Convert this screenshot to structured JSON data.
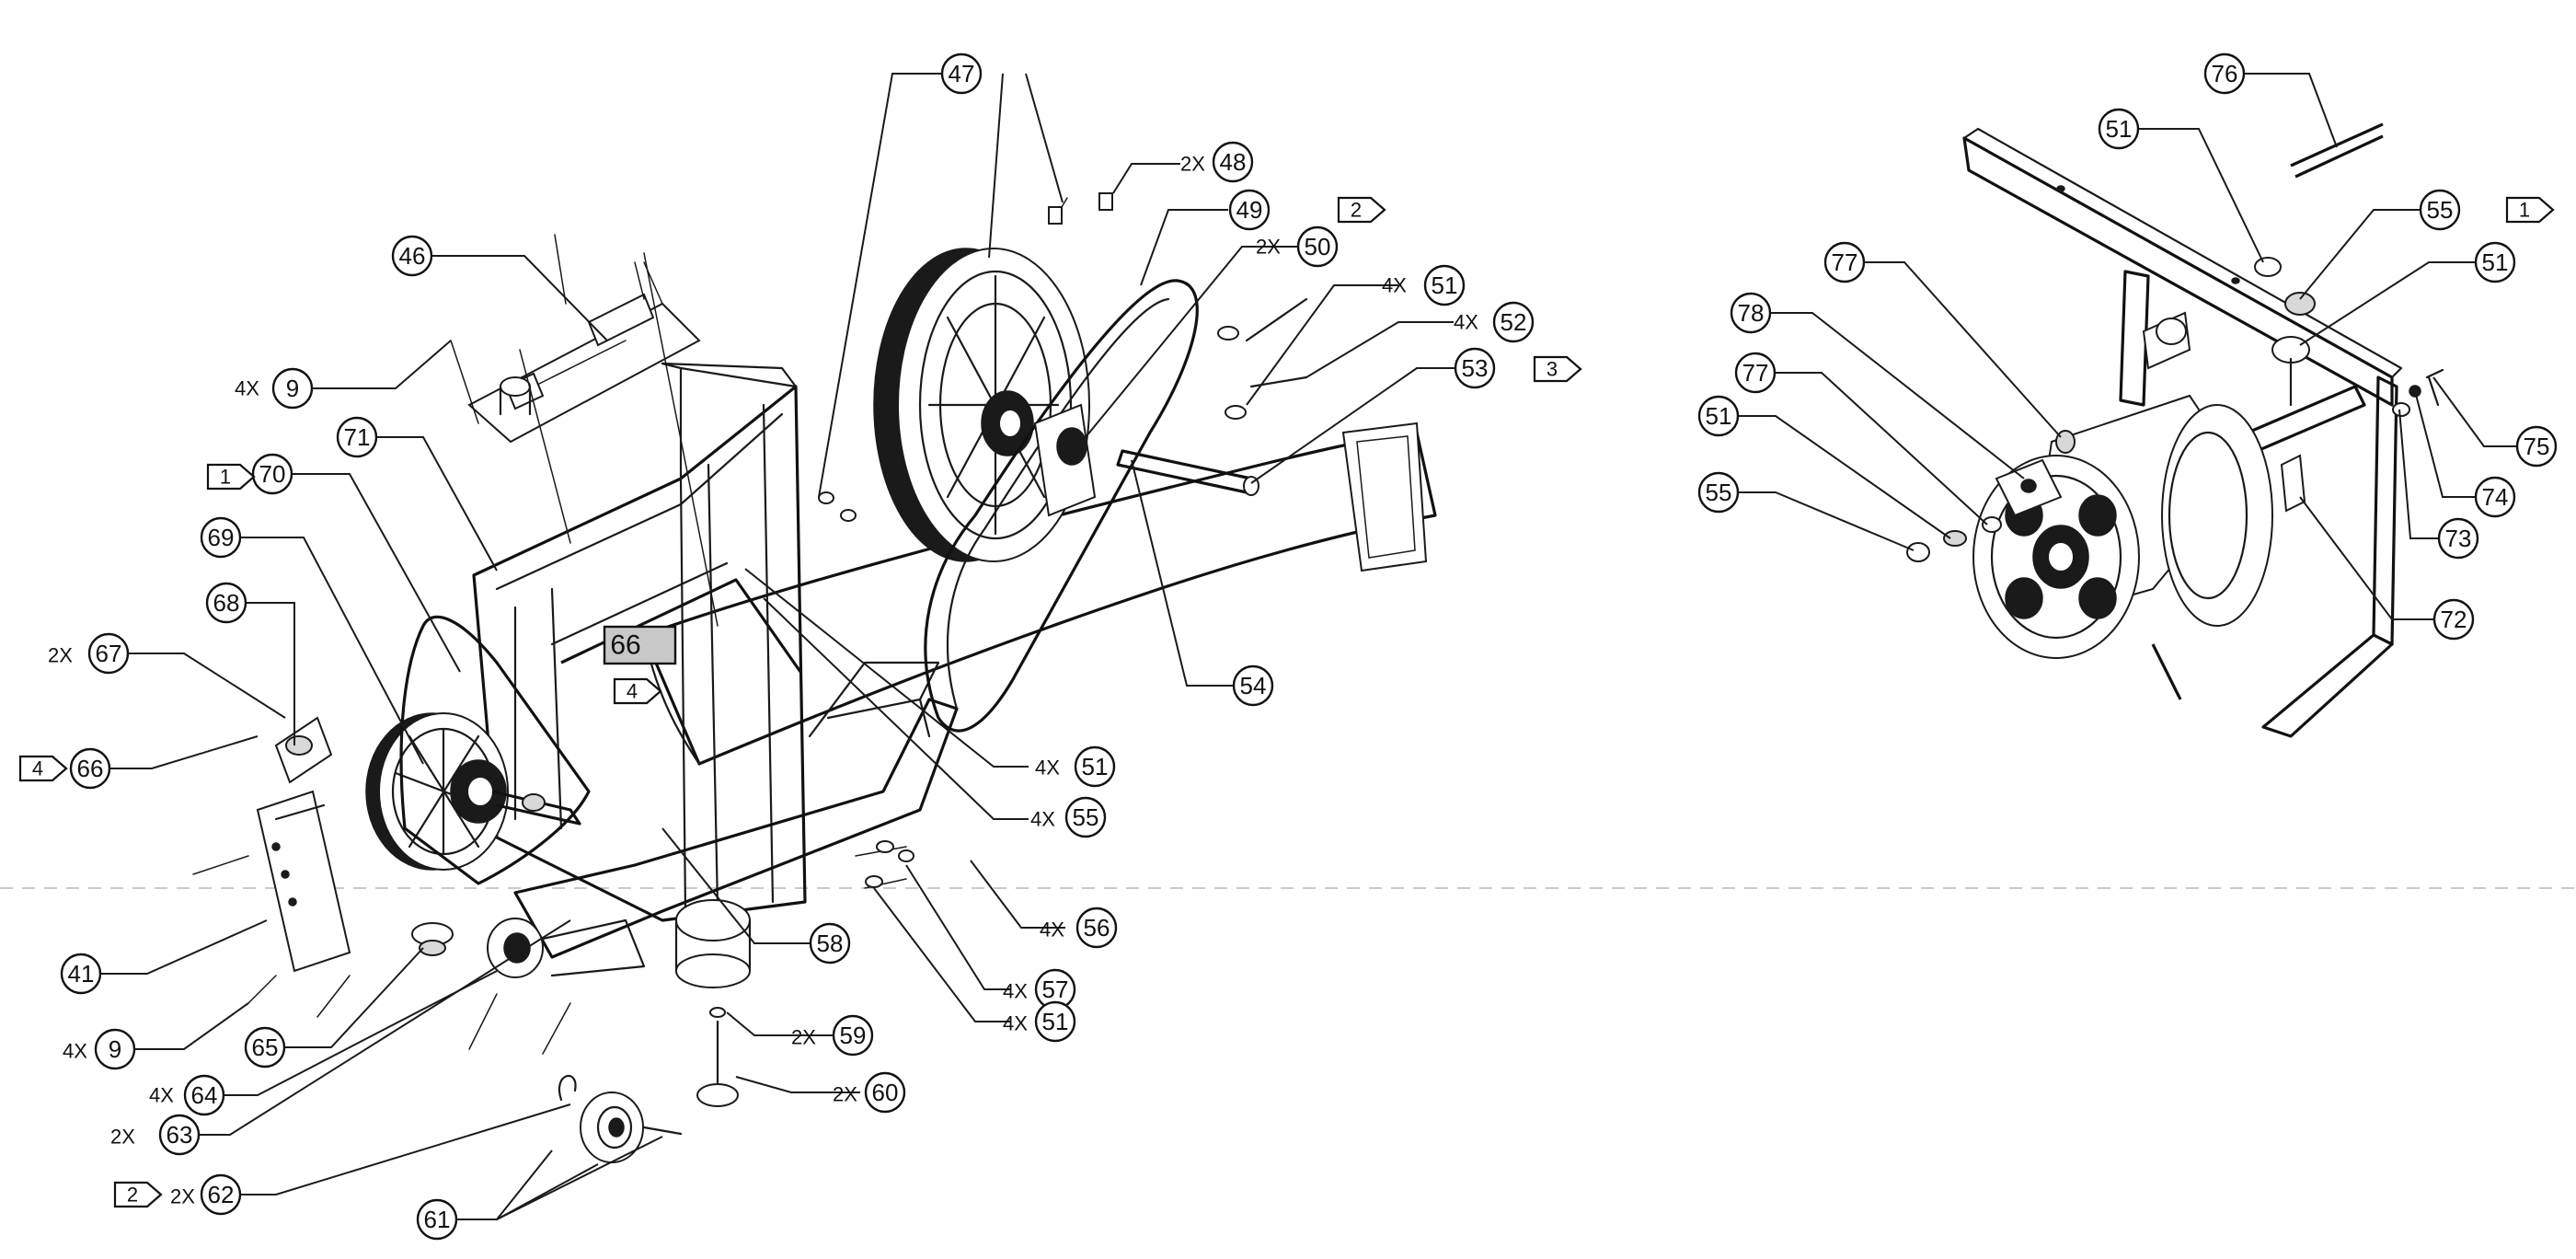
{
  "diagram": {
    "callouts": [
      {
        "id": "c47",
        "label": "47",
        "qty": ""
      },
      {
        "id": "c48",
        "label": "48",
        "qty": "2X"
      },
      {
        "id": "c49",
        "label": "49",
        "qty": ""
      },
      {
        "id": "c50",
        "label": "50",
        "qty": "2X"
      },
      {
        "id": "c51a",
        "label": "51",
        "qty": "4X"
      },
      {
        "id": "c52",
        "label": "52",
        "qty": "4X"
      },
      {
        "id": "c53",
        "label": "53",
        "qty": ""
      },
      {
        "id": "c54",
        "label": "54",
        "qty": ""
      },
      {
        "id": "c46",
        "label": "46",
        "qty": ""
      },
      {
        "id": "c9a",
        "label": "9",
        "qty": "4X"
      },
      {
        "id": "c71",
        "label": "71",
        "qty": ""
      },
      {
        "id": "c70",
        "label": "70",
        "qty": ""
      },
      {
        "id": "c69",
        "label": "69",
        "qty": ""
      },
      {
        "id": "c68",
        "label": "68",
        "qty": ""
      },
      {
        "id": "c67",
        "label": "67",
        "qty": "2X"
      },
      {
        "id": "c66",
        "label": "66",
        "qty": ""
      },
      {
        "id": "c41",
        "label": "41",
        "qty": ""
      },
      {
        "id": "c9b",
        "label": "9",
        "qty": "4X"
      },
      {
        "id": "c65",
        "label": "65",
        "qty": ""
      },
      {
        "id": "c64",
        "label": "64",
        "qty": "4X"
      },
      {
        "id": "c63",
        "label": "63",
        "qty": "2X"
      },
      {
        "id": "c62",
        "label": "62",
        "qty": "2X"
      },
      {
        "id": "c61",
        "label": "61",
        "qty": ""
      },
      {
        "id": "c58",
        "label": "58",
        "qty": ""
      },
      {
        "id": "c59",
        "label": "59",
        "qty": "2X"
      },
      {
        "id": "c60",
        "label": "60",
        "qty": "2X"
      },
      {
        "id": "c57",
        "label": "57",
        "qty": "4X"
      },
      {
        "id": "c51b",
        "label": "51",
        "qty": "4X"
      },
      {
        "id": "c56",
        "label": "56",
        "qty": "4X"
      },
      {
        "id": "c55a",
        "label": "55",
        "qty": "4X"
      },
      {
        "id": "c51c",
        "label": "51",
        "qty": "4X"
      },
      {
        "id": "c76",
        "label": "76",
        "qty": ""
      },
      {
        "id": "c51d",
        "label": "51",
        "qty": ""
      },
      {
        "id": "c55b",
        "label": "55",
        "qty": ""
      },
      {
        "id": "c77a",
        "label": "77",
        "qty": ""
      },
      {
        "id": "c51e",
        "label": "51",
        "qty": ""
      },
      {
        "id": "c78",
        "label": "78",
        "qty": ""
      },
      {
        "id": "c77b",
        "label": "77",
        "qty": ""
      },
      {
        "id": "c51f",
        "label": "51",
        "qty": ""
      },
      {
        "id": "c55c",
        "label": "55",
        "qty": ""
      },
      {
        "id": "c75",
        "label": "75",
        "qty": ""
      },
      {
        "id": "c74",
        "label": "74",
        "qty": ""
      },
      {
        "id": "c73",
        "label": "73",
        "qty": ""
      },
      {
        "id": "c72",
        "label": "72",
        "qty": ""
      }
    ],
    "flags": [
      {
        "id": "f2a",
        "label": "2"
      },
      {
        "id": "f3",
        "label": "3"
      },
      {
        "id": "f1a",
        "label": "1"
      },
      {
        "id": "f4a",
        "label": "4"
      },
      {
        "id": "f4b",
        "label": "4"
      },
      {
        "id": "f2b",
        "label": "2"
      },
      {
        "id": "f1b",
        "label": "1"
      }
    ],
    "boxed_label": "66"
  }
}
